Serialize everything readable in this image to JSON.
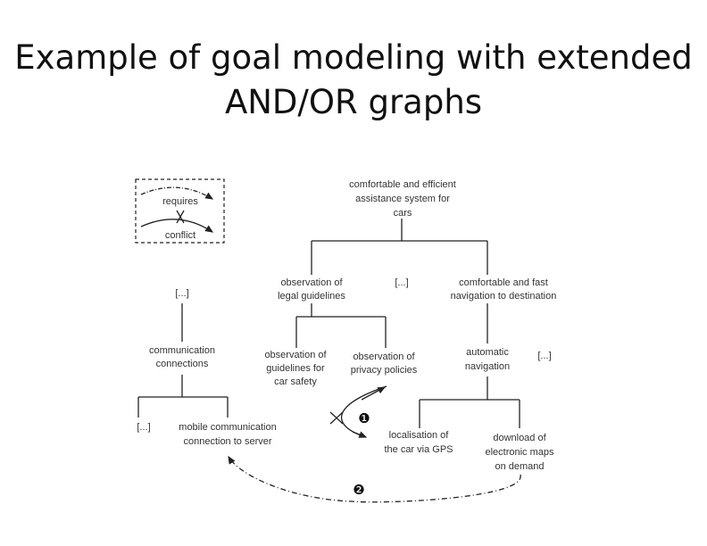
{
  "slide": {
    "title_line1": "Example of goal modeling with extended",
    "title_line2": "AND/OR graphs"
  },
  "legend": {
    "requires_label": "requires",
    "conflict_label": "conflict"
  },
  "goals": {
    "root": [
      "comfortable and efficient",
      "assistance system for",
      "cars"
    ],
    "legal": [
      "observation of",
      "legal guidelines"
    ],
    "root_more": [
      "[...]"
    ],
    "navigation": [
      "comfortable and fast",
      "navigation to destination"
    ],
    "left_more": [
      "[...]"
    ],
    "communication": [
      "communication",
      "connections"
    ],
    "safety": [
      "observation of",
      "guidelines for",
      "car safety"
    ],
    "privacy": [
      "observation of",
      "privacy policies"
    ],
    "automatic": [
      "automatic",
      "navigation"
    ],
    "nav_more": [
      "[...]"
    ],
    "comm_more": [
      "[...]"
    ],
    "mobile": [
      "mobile communication",
      "connection to server"
    ],
    "gps": [
      "localisation of",
      "the car via GPS"
    ],
    "maps": [
      "download of",
      "electronic maps",
      "on demand"
    ]
  },
  "markers": {
    "one": "❶",
    "two": "❷"
  }
}
